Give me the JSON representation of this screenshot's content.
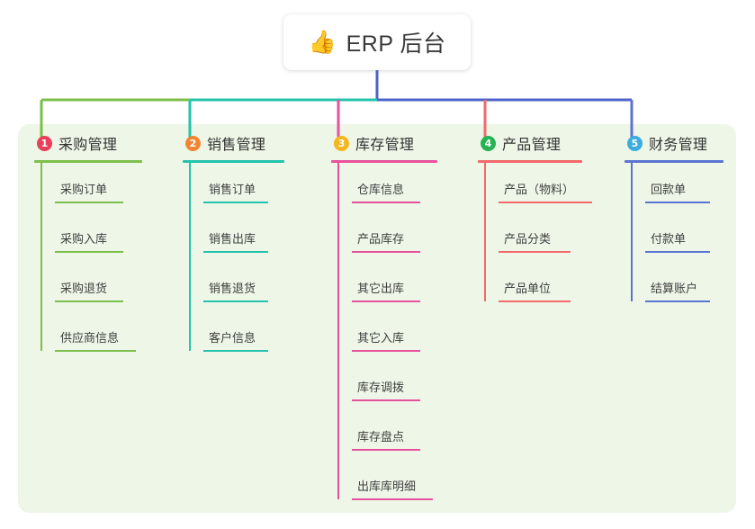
{
  "diagram": {
    "type": "mind-map",
    "page_background": "#ffffff",
    "panel_background": "#edf6e7",
    "root": {
      "emoji": "👍",
      "emoji_name": "thumbs-up-icon",
      "label": "ERP 后台",
      "card_background": "#ffffff"
    },
    "trunk_color": "#4f63c8",
    "branches": [
      {
        "number": "1",
        "title": "采购管理",
        "badge_color": "#e8405a",
        "line_color": "#7cbf4a",
        "head_rule_width": 120,
        "children": [
          {
            "label": "采购订单",
            "rule_width": 76
          },
          {
            "label": "采购入库",
            "rule_width": 76
          },
          {
            "label": "采购退货",
            "rule_width": 76
          },
          {
            "label": "供应商信息",
            "rule_width": 90
          }
        ]
      },
      {
        "number": "2",
        "title": "销售管理",
        "badge_color": "#f08633",
        "line_color": "#23c3ad",
        "head_rule_width": 113,
        "children": [
          {
            "label": "销售订单",
            "rule_width": 72
          },
          {
            "label": "销售出库",
            "rule_width": 72
          },
          {
            "label": "销售退货",
            "rule_width": 72
          },
          {
            "label": "客户信息",
            "rule_width": 72
          }
        ]
      },
      {
        "number": "3",
        "title": "库存管理",
        "badge_color": "#f5b721",
        "line_color": "#e8529d",
        "head_rule_width": 118,
        "children": [
          {
            "label": "仓库信息",
            "rule_width": 76
          },
          {
            "label": "产品库存",
            "rule_width": 76
          },
          {
            "label": "其它出库",
            "rule_width": 76
          },
          {
            "label": "其它入库",
            "rule_width": 76
          },
          {
            "label": "库存调拨",
            "rule_width": 76
          },
          {
            "label": "库存盘点",
            "rule_width": 76
          },
          {
            "label": "出库库明细",
            "rule_width": 90
          }
        ]
      },
      {
        "number": "4",
        "title": "产品管理",
        "badge_color": "#26b353",
        "line_color": "#f4696b",
        "head_rule_width": 116,
        "children": [
          {
            "label": "产品（物料）",
            "rule_width": 104
          },
          {
            "label": "产品分类",
            "rule_width": 80
          },
          {
            "label": "产品单位",
            "rule_width": 80
          }
        ]
      },
      {
        "number": "5",
        "title": "财务管理",
        "badge_color": "#3bacdd",
        "line_color": "#5b73d1",
        "head_rule_width": 110,
        "children": [
          {
            "label": "回款单",
            "rule_width": 72
          },
          {
            "label": "付款单",
            "rule_width": 72
          },
          {
            "label": "结算账户",
            "rule_width": 72
          }
        ]
      }
    ]
  }
}
